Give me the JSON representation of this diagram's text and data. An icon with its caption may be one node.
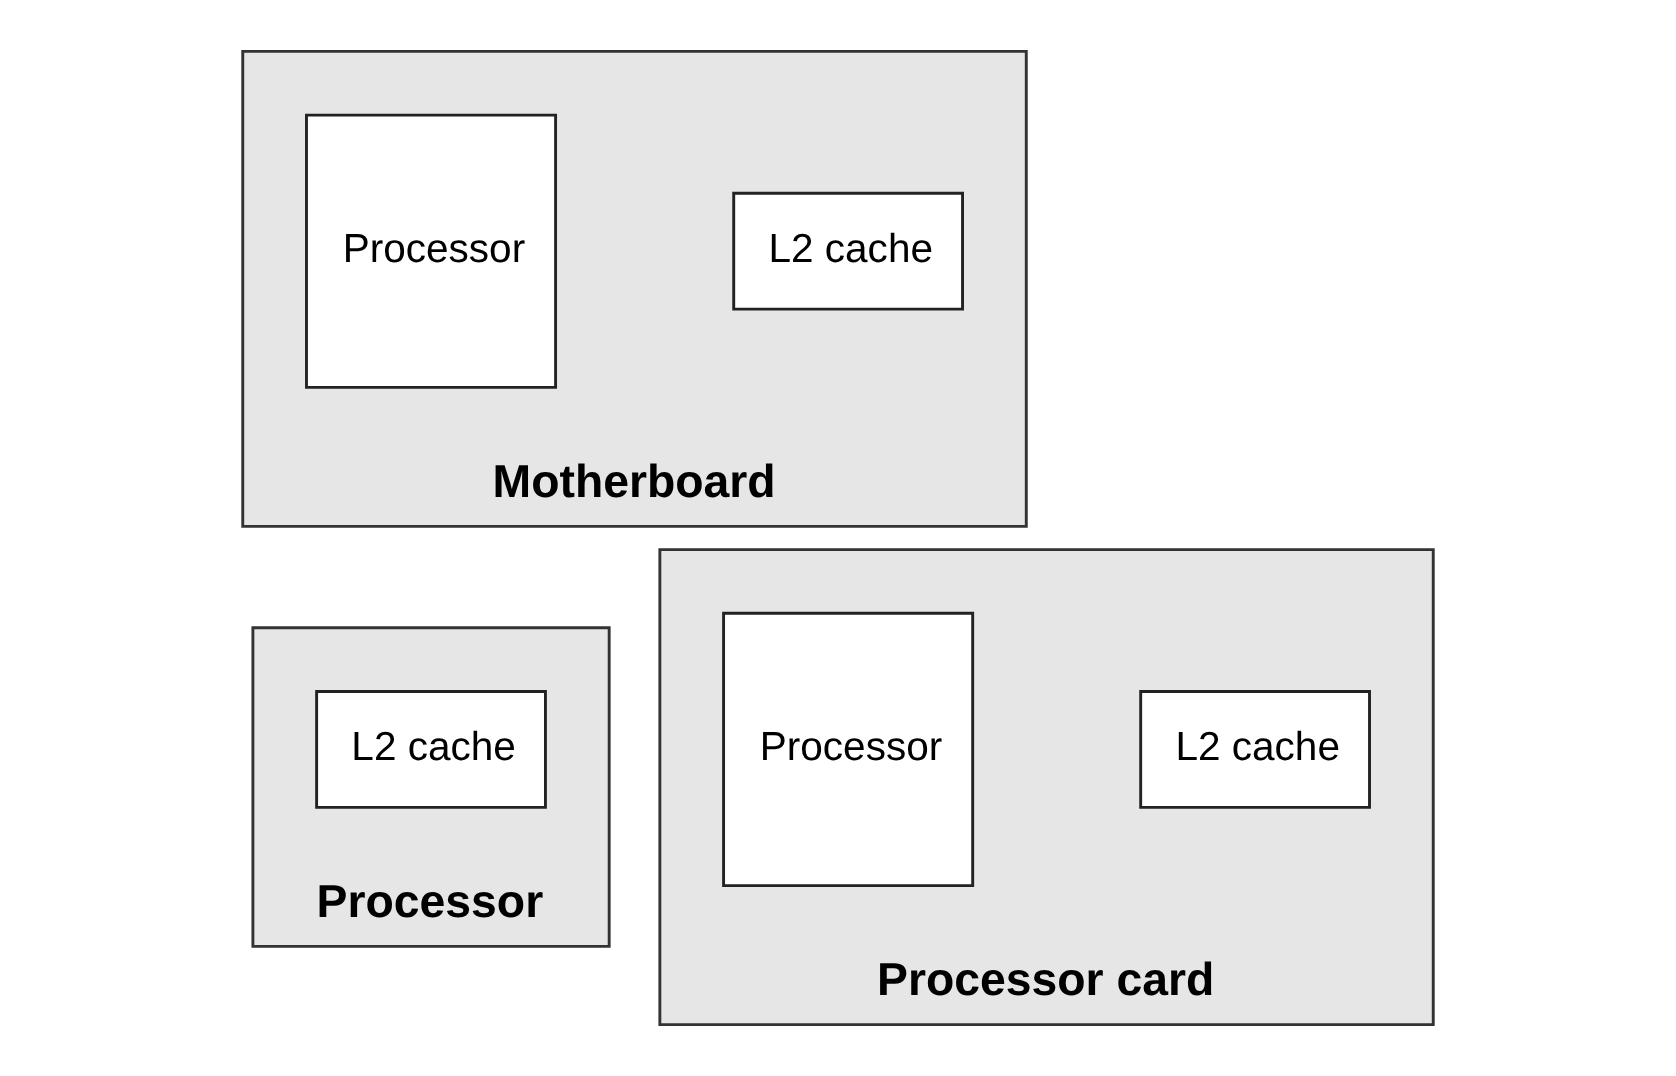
{
  "diagram": {
    "nodes": [
      {
        "text": [
          "Processor"
        ]
      },
      {
        "text": [
          "L2 cache"
        ],
        "in": 0
      },
      {
        "text": [
          "Processor card"
        ]
      },
      {
        "text": [
          "Processor"
        ],
        "in": 2
      },
      {
        "text": [
          "L2 cache"
        ],
        "in": 2
      },
      {
        "text": [
          "Motherboard"
        ]
      },
      {
        "text": [
          "Processor"
        ],
        "in": 5
      },
      {
        "text": [
          "L2 cache"
        ],
        "in": 5
      }
    ]
  }
}
